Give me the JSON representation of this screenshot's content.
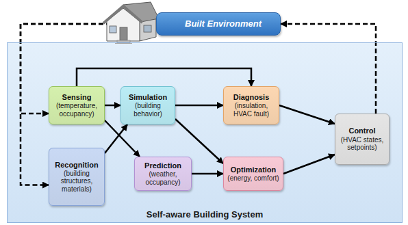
{
  "diagram": {
    "nodes": [
      {
        "text": [
          "Built Environment"
        ]
      },
      {
        "text": [
          "Self-aware Building System"
        ]
      },
      {
        "text": [
          "Sensing",
          "(temperature, occupancy)"
        ],
        "in": 1
      },
      {
        "text": [
          "Simulation",
          "(building behavior)"
        ],
        "in": 1
      },
      {
        "text": [
          "Diagnosis",
          "(insulation, HVAC fault)"
        ],
        "in": 1
      },
      {
        "text": [
          "Recognition",
          "(building structures, materials)"
        ],
        "in": 1
      },
      {
        "text": [
          "Prediction",
          "(weather, occupancy)"
        ],
        "in": 1
      },
      {
        "text": [
          "Optimization",
          "(energy, comfort)"
        ],
        "in": 1
      },
      {
        "text": [
          "Control",
          "(HVAC states, setpoints)"
        ],
        "in": 1
      }
    ],
    "edges": [
      {
        "from": 2,
        "to": 3,
        "arrow": "to"
      },
      {
        "from": 2,
        "to": 4,
        "arrow": "to"
      },
      {
        "from": 2,
        "to": 6,
        "arrow": "to"
      },
      {
        "from": 5,
        "to": 3,
        "arrow": "to"
      },
      {
        "from": 3,
        "to": 4,
        "arrow": "to"
      },
      {
        "from": 3,
        "to": 7,
        "arrow": "to"
      },
      {
        "from": 6,
        "to": 7,
        "arrow": "to"
      },
      {
        "from": 4,
        "to": 8,
        "arrow": "to"
      },
      {
        "from": 7,
        "to": 8,
        "arrow": "to"
      },
      {
        "from": 8,
        "to": 0,
        "arrow": "to"
      },
      {
        "from": 0,
        "to": 2,
        "arrow": "to"
      },
      {
        "from": 0,
        "to": 5,
        "arrow": "to"
      }
    ]
  }
}
